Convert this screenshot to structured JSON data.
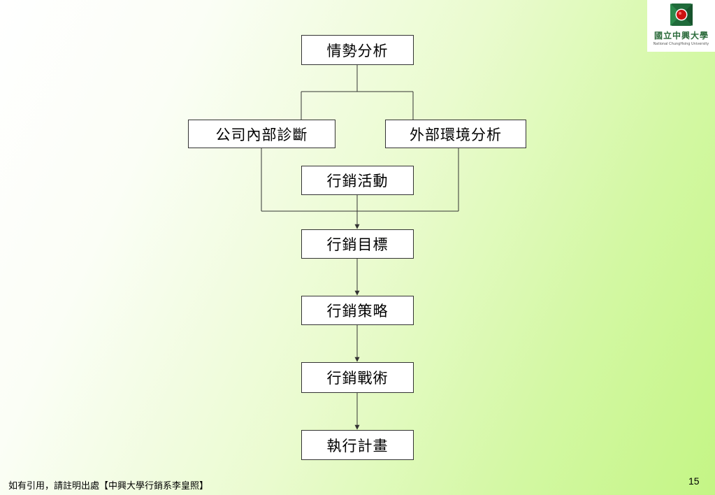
{
  "slide": {
    "page_number": "15",
    "footer_text": "如有引用，請註明出處【中興大學行銷系李皇照】"
  },
  "logo": {
    "name_zh": "國立中興大學",
    "name_en": "National ChungHsing University"
  },
  "flowchart": {
    "situation_analysis": "情勢分析",
    "internal_diagnosis": "公司內部診斷",
    "external_analysis": "外部環境分析",
    "marketing_activities": "行銷活動",
    "marketing_objectives": "行銷目標",
    "marketing_strategy": "行銷策略",
    "marketing_tactics": "行銷戰術",
    "action_plan": "執行計畫"
  },
  "colors": {
    "box_border": "#333333",
    "line": "#333333",
    "background_start": "#ffffff",
    "background_end": "#c4f585",
    "logo_red": "#cc1111",
    "logo_green": "#1f6b3a"
  }
}
